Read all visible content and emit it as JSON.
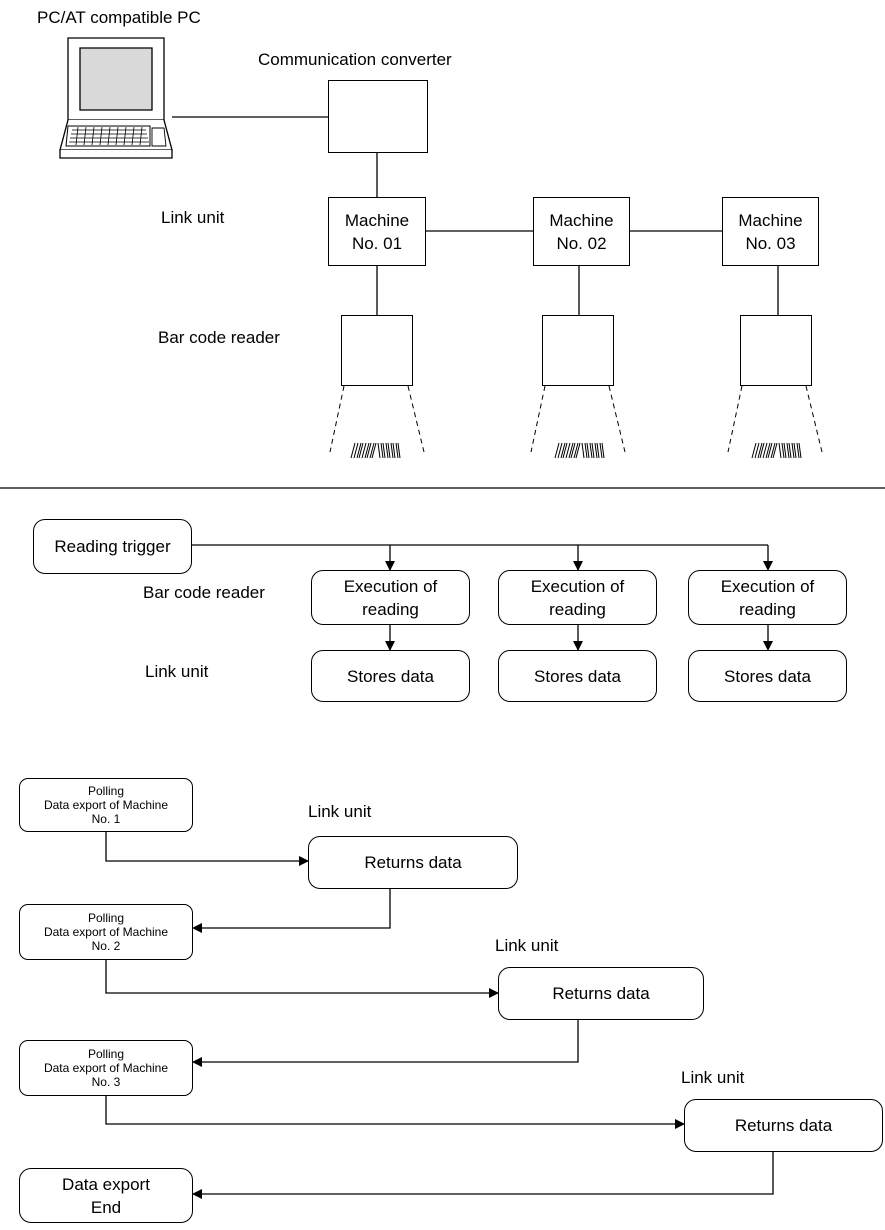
{
  "network": {
    "pc_label": "PC/AT compatible PC",
    "converter_label": "Communication converter",
    "link_unit_label": "Link unit",
    "reader_label": "Bar code reader",
    "machines": [
      {
        "line1": "Machine",
        "line2": "No. 01"
      },
      {
        "line1": "Machine",
        "line2": "No. 02"
      },
      {
        "line1": "Machine",
        "line2": "No. 03"
      }
    ]
  },
  "reading_flow": {
    "trigger": "Reading trigger",
    "reader_label": "Bar code reader",
    "link_unit_label": "Link unit",
    "execution": {
      "line1": "Execution of",
      "line2": "reading"
    },
    "stores": "Stores data"
  },
  "polling_flow": {
    "polls": [
      {
        "line1": "Polling",
        "line2": "Data export of Machine",
        "line3": "No. 1"
      },
      {
        "line1": "Polling",
        "line2": "Data export of Machine",
        "line3": "No. 2"
      },
      {
        "line1": "Polling",
        "line2": "Data export of Machine",
        "line3": "No. 3"
      }
    ],
    "link_unit_label": "Link unit",
    "returns": "Returns data",
    "end": {
      "line1": "Data export",
      "line2": "End"
    }
  }
}
